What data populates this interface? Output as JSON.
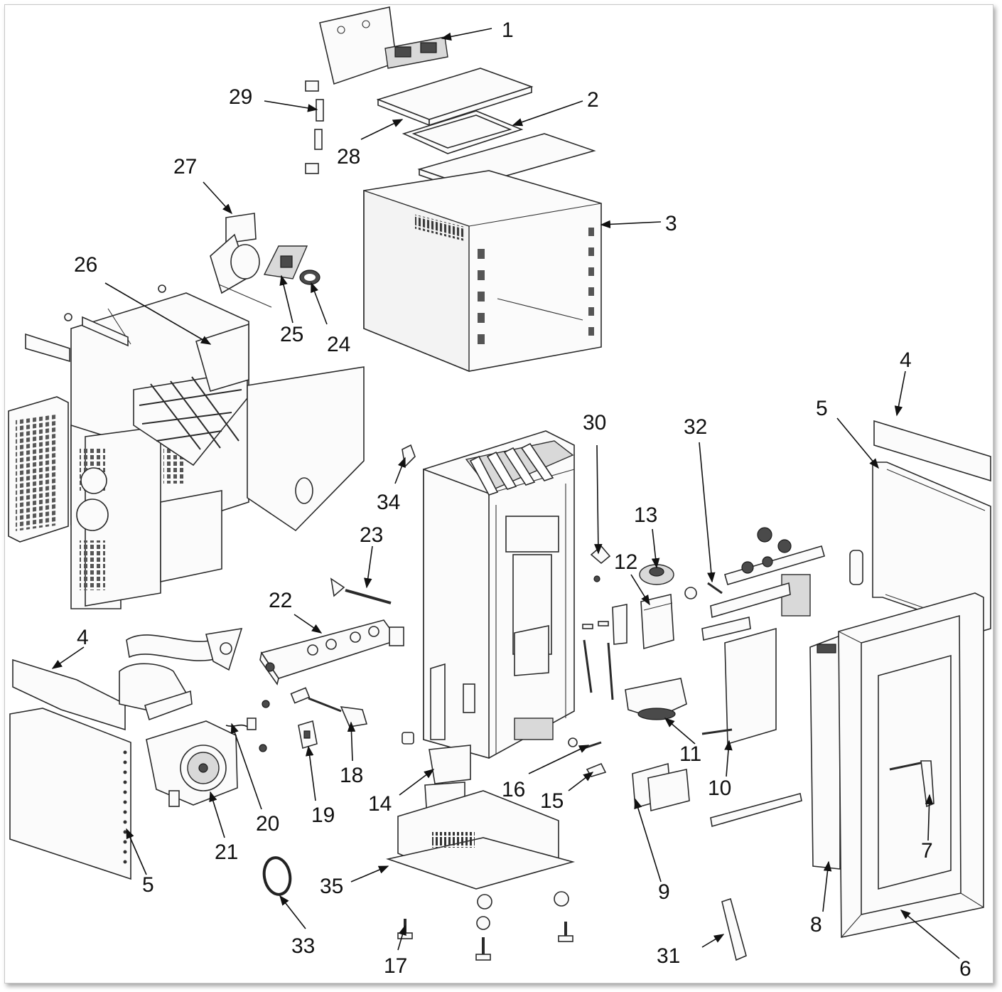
{
  "colors": {
    "line": "#2a2a2a",
    "fill": "#fbfbfb",
    "shade": "#d9d9d9",
    "dark": "#4a4a4a"
  },
  "callouts": [
    {
      "id": "c1",
      "label": "1"
    },
    {
      "id": "c2",
      "label": "2"
    },
    {
      "id": "c3",
      "label": "3"
    },
    {
      "id": "c4a",
      "label": "4"
    },
    {
      "id": "c4b",
      "label": "4"
    },
    {
      "id": "c5a",
      "label": "5"
    },
    {
      "id": "c5b",
      "label": "5"
    },
    {
      "id": "c6",
      "label": "6"
    },
    {
      "id": "c7",
      "label": "7"
    },
    {
      "id": "c8",
      "label": "8"
    },
    {
      "id": "c9",
      "label": "9"
    },
    {
      "id": "c10",
      "label": "10"
    },
    {
      "id": "c11",
      "label": "11"
    },
    {
      "id": "c12",
      "label": "12"
    },
    {
      "id": "c13",
      "label": "13"
    },
    {
      "id": "c14",
      "label": "14"
    },
    {
      "id": "c15",
      "label": "15"
    },
    {
      "id": "c16",
      "label": "16"
    },
    {
      "id": "c17",
      "label": "17"
    },
    {
      "id": "c18",
      "label": "18"
    },
    {
      "id": "c19",
      "label": "19"
    },
    {
      "id": "c20",
      "label": "20"
    },
    {
      "id": "c21",
      "label": "21"
    },
    {
      "id": "c22",
      "label": "22"
    },
    {
      "id": "c23",
      "label": "23"
    },
    {
      "id": "c24",
      "label": "24"
    },
    {
      "id": "c25",
      "label": "25"
    },
    {
      "id": "c26",
      "label": "26"
    },
    {
      "id": "c27",
      "label": "27"
    },
    {
      "id": "c28",
      "label": "28"
    },
    {
      "id": "c29",
      "label": "29"
    },
    {
      "id": "c30",
      "label": "30"
    },
    {
      "id": "c31",
      "label": "31"
    },
    {
      "id": "c32",
      "label": "32"
    },
    {
      "id": "c33",
      "label": "33"
    },
    {
      "id": "c34",
      "label": "34"
    },
    {
      "id": "c35",
      "label": "35"
    }
  ]
}
